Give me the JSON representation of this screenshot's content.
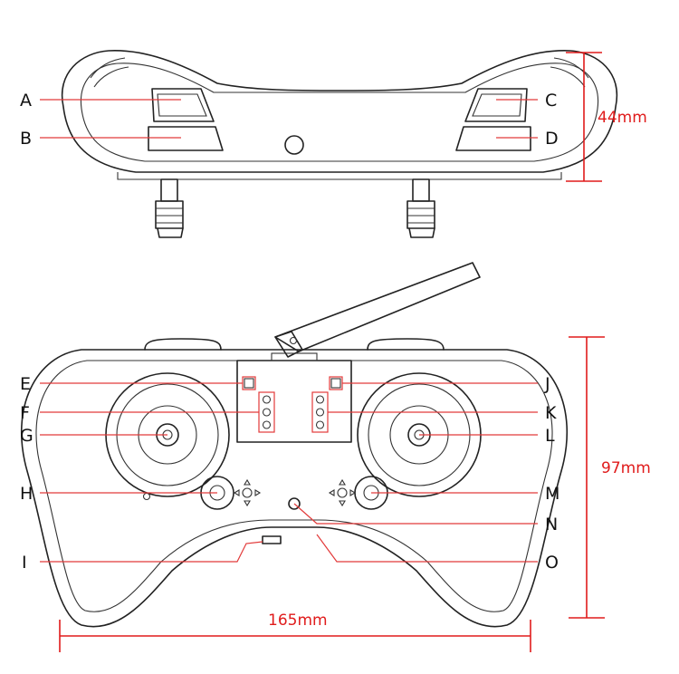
{
  "labels": {
    "A": "A",
    "B": "B",
    "C": "C",
    "D": "D",
    "E": "E",
    "F": "F",
    "G": "G",
    "H": "H",
    "I": "I",
    "J": "J",
    "K": "K",
    "L": "L",
    "M": "M",
    "N": "N",
    "O": "O"
  },
  "dimensions": {
    "top_height": "44mm",
    "front_height": "97mm",
    "width": "165mm"
  },
  "colors": {
    "leader": "#e23a3a",
    "dimension": "#e01b1b",
    "outline": "#222222"
  }
}
